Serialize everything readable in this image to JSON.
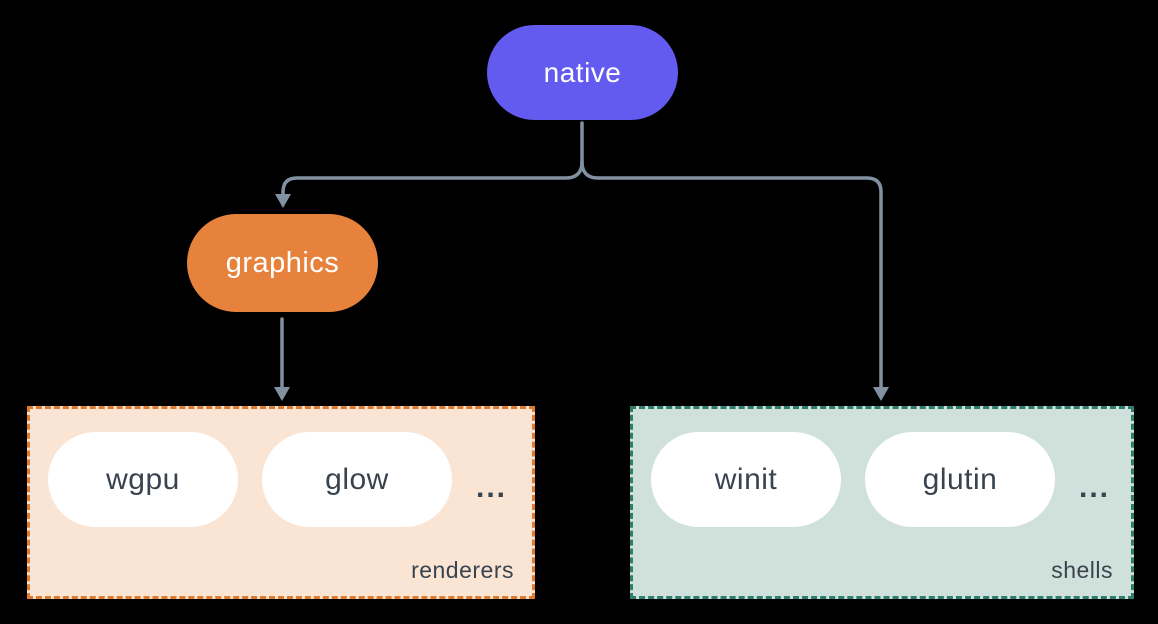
{
  "nodes": {
    "native": {
      "label": "native",
      "color": "#635BF0"
    },
    "graphics": {
      "label": "graphics",
      "color": "#E6823C"
    }
  },
  "groups": {
    "renderers": {
      "label": "renderers",
      "items": [
        "wgpu",
        "glow"
      ],
      "ellipsis": "...",
      "background": "#FAE4D4",
      "border_color": "#DE7B2F"
    },
    "shells": {
      "label": "shells",
      "items": [
        "winit",
        "glutin"
      ],
      "ellipsis": "...",
      "background": "#CFE1DA",
      "border_color": "#2E7D6D"
    }
  },
  "connectors": {
    "color": "#8191A1",
    "edges": [
      "native -> graphics",
      "native -> shells",
      "graphics -> renderers"
    ]
  }
}
